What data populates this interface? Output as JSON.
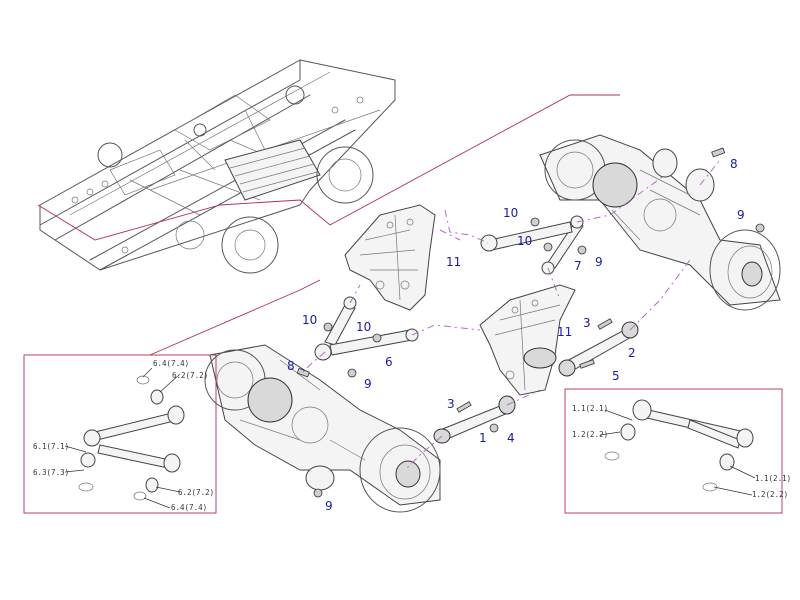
{
  "callouts": {
    "c1": "1",
    "c2": "2",
    "c3a": "3",
    "c3b": "3",
    "c4": "4",
    "c5": "5",
    "c6": "6",
    "c7": "7",
    "c8a": "8",
    "c8b": "8",
    "c9a": "9",
    "c9b": "9",
    "c9c": "9",
    "c9d": "9",
    "c10a": "10",
    "c10b": "10",
    "c10c": "10",
    "c10d": "10",
    "c11a": "11",
    "c11b": "11"
  },
  "left_detail": {
    "l64": "6.4(7.4)",
    "l62a": "6.2(7.2)",
    "l61": "6.1(7.1)",
    "l63": "6.3(7.3)",
    "l62b": "6.2(7.2)",
    "l64b": "6.4(7.4)"
  },
  "right_detail": {
    "r11a": "1.1(2.1)",
    "r12a": "1.2(2.2)",
    "r11b": "1.1(2.1)",
    "r12b": "1.2(2.2)"
  },
  "colors": {
    "callout_number": "#1a1aa8",
    "frame_lines": "#b0304a",
    "center_lines": "#b46bc4"
  }
}
